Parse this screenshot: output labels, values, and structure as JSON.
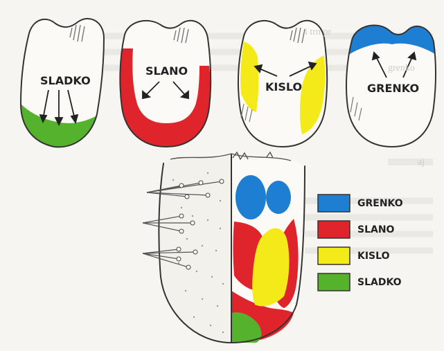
{
  "colors": {
    "grenko": "#1e7fd2",
    "slano": "#e0242b",
    "kislo": "#f4ea1a",
    "sladko": "#55b22c",
    "paper": "#f6f5f1",
    "ink": "#333333"
  },
  "tongues": [
    {
      "id": "sladko",
      "label": "SLADKO"
    },
    {
      "id": "slano",
      "label": "SLANO"
    },
    {
      "id": "kislo",
      "label": "KISLO"
    },
    {
      "id": "grenko",
      "label": "GRENKO"
    }
  ],
  "legend": [
    {
      "key": "grenko",
      "label": "GRENKO",
      "color": "#1e7fd2"
    },
    {
      "key": "slano",
      "label": "SLANO",
      "color": "#e0242b"
    },
    {
      "key": "kislo",
      "label": "KISLO",
      "color": "#f4ea1a"
    },
    {
      "key": "sladko",
      "label": "SLADKO",
      "color": "#55b22c"
    }
  ],
  "bleed_text": [
    "i trn pr",
    "aj",
    "grenko"
  ]
}
